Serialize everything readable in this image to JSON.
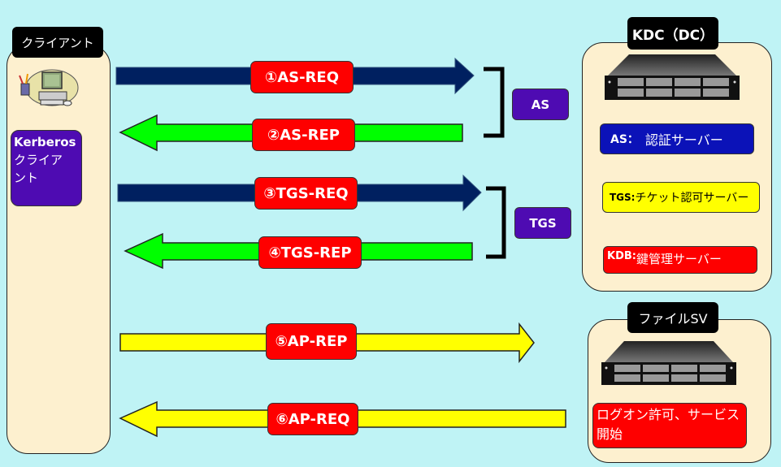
{
  "client": {
    "title": "クライアント",
    "kerberos_box": {
      "line1": "Kerberos",
      "line2": "クライアント"
    }
  },
  "kdc": {
    "title": "KDC（DC）",
    "as_box": {
      "label": "AS：",
      "text": "認証サーバー"
    },
    "tgs_box": {
      "label": "TGS:",
      "text": "チケット認可サーバー"
    },
    "kdb_box": {
      "label": "KDB:",
      "text": "鍵管理サーバー"
    }
  },
  "file_server": {
    "title": "ファイルSV",
    "status_box": "ログオン許可、サービス開始"
  },
  "groups": {
    "as": "AS",
    "tgs": "TGS"
  },
  "messages": [
    {
      "step": "①",
      "name": "AS-REQ",
      "direction": "right",
      "color": "#002060"
    },
    {
      "step": "②",
      "name": "AS-REP",
      "direction": "left",
      "color": "#00ff00"
    },
    {
      "step": "③",
      "name": "TGS-REQ",
      "direction": "right",
      "color": "#002060"
    },
    {
      "step": "④",
      "name": "TGS-REP",
      "direction": "left",
      "color": "#00ff00"
    },
    {
      "step": "⑤",
      "name": "AP-REP",
      "direction": "right",
      "color": "#ffff00"
    },
    {
      "step": "⑥",
      "name": "AP-REQ",
      "direction": "left",
      "color": "#ffff00"
    }
  ],
  "labels": {
    "m1": "①AS-REQ",
    "m2": "②AS-REP",
    "m3": "③TGS-REQ",
    "m4": "④TGS-REP",
    "m5": "⑤AP-REP",
    "m6": "⑥AP-REQ"
  },
  "colors": {
    "background": "#bff3f5",
    "panel": "#fdf0cf",
    "message_badge": "#fe0000",
    "request_arrow": "#002060",
    "reply_arrow": "#00ff00",
    "ap_arrow": "#ffff00",
    "group_box": "#4e0bb2",
    "as_box": "#0b12b8",
    "tgs_box": "#ffff00",
    "kdb_box": "#fe0000"
  }
}
